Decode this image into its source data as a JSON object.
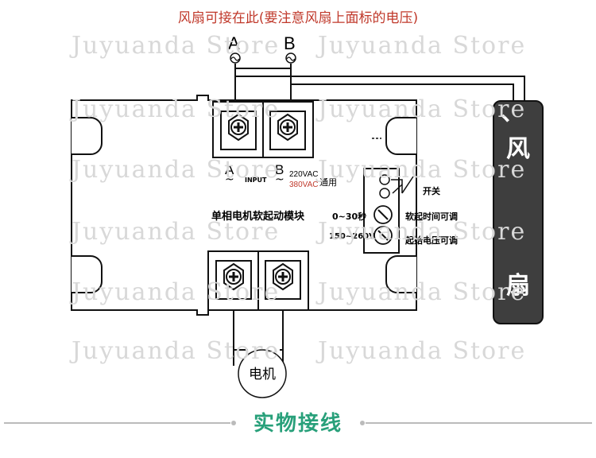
{
  "top_note": "风扇可接在此(要注意风扇上面标的电压)",
  "terminals": {
    "top_left_letter": "A",
    "top_right_letter": "B",
    "ac_symbol": "~",
    "module_a": "A",
    "module_b": "B",
    "input_label": "INPUT",
    "voltage_220": "220VAC",
    "voltage_380": "380VAC",
    "universal": "通用"
  },
  "module_title": "单相电机软起动模块",
  "controls": {
    "switch_label": "开关",
    "time_range": "0~30秒",
    "time_label": "软起时间可调",
    "voltage_range": "150~260V",
    "voltage_label": "起始电压可调"
  },
  "fan": {
    "separator": "、",
    "char1": "风",
    "char2": "扇"
  },
  "motor_label": "电机",
  "footer_title": "实物接线",
  "watermark": "Juyuanda Store",
  "colors": {
    "note_red": "#c0392b",
    "footer_green": "#28a07a",
    "fan_body": "#3e3e3e"
  }
}
